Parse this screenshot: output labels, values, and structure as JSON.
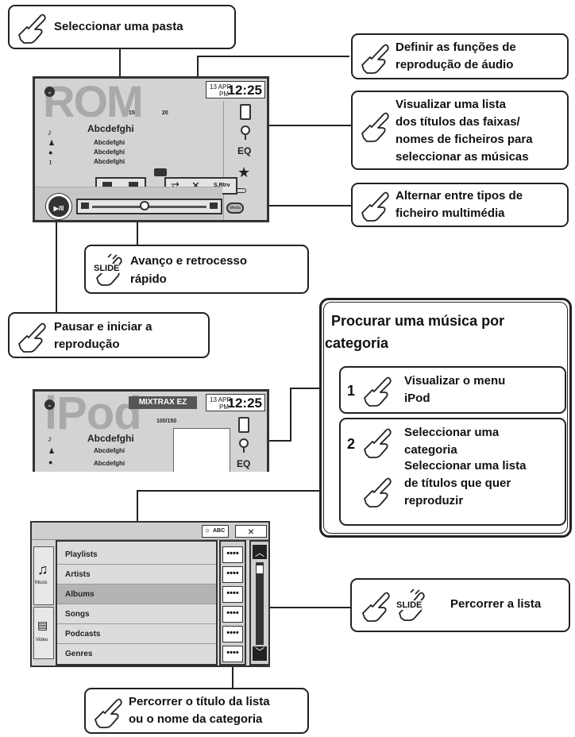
{
  "callouts": {
    "select_folder": "Seleccionar uma pasta",
    "audio_functions": "Definir as funções de reprodução de áudio",
    "track_list_line1": "Visualizar uma lista",
    "track_list_line2": "dos títulos das faixas/",
    "track_list_line3": "nomes de ficheiros para",
    "track_list_line4": "seleccionar as músicas",
    "media_switch_line1": "Alternar entre tipos de",
    "media_switch_line2": "ficheiro multimédia",
    "seek_line1": "Avanço e retrocesso",
    "seek_line2": "rápido",
    "pause_play_line1": "Pausar e iniciar a",
    "pause_play_line2": "reprodução",
    "scroll_list": "Percorrer a lista",
    "scroll_title_line1": "Percorrer o título da lista",
    "scroll_title_line2": "ou o nome da categoria"
  },
  "category_panel": {
    "title_line1": "Procurar uma música por",
    "title_line2": "categoria",
    "step1_number": "1",
    "step1_line1": "Visualizar o menu",
    "step1_line2": "iPod",
    "step2_number": "2",
    "step2_a_line1": "Seleccionar uma",
    "step2_a_line2": "categoria",
    "step2_b_line1": "Seleccionar uma lista",
    "step2_b_line2": "de títulos que quer",
    "step2_b_line3": "reproduzir"
  },
  "slide_label": "SLIDE",
  "rom_screen": {
    "source": "ROM",
    "date": "13 APR",
    "ampm": "PM",
    "time": "12:25",
    "folder_num": "15",
    "file_num": "20",
    "title": "Abcdefghi",
    "artist": "Abcdefghi",
    "album": "Abcdefghi",
    "genre": "Abcdefghi",
    "eq": "EQ",
    "random": "S.Rtrv",
    "media": "Media",
    "play_pause": "▶/II"
  },
  "ipod_screen": {
    "source": "iPod",
    "mixtrax": "MIXTRAX EZ",
    "date": "13 APR",
    "ampm": "PM",
    "time": "12:25",
    "count": "100/150",
    "title": "Abcdefghi",
    "artist": "Abcdefghi",
    "album": "Abcdefghi",
    "eq": "EQ"
  },
  "list_screen": {
    "abc": "ABC",
    "close": "×",
    "music_tab": "Music",
    "video_tab": "Video",
    "items": [
      "Playlists",
      "Artists",
      "Albums",
      "Songs",
      "Podcasts",
      "Genres"
    ],
    "dots": "••••"
  }
}
